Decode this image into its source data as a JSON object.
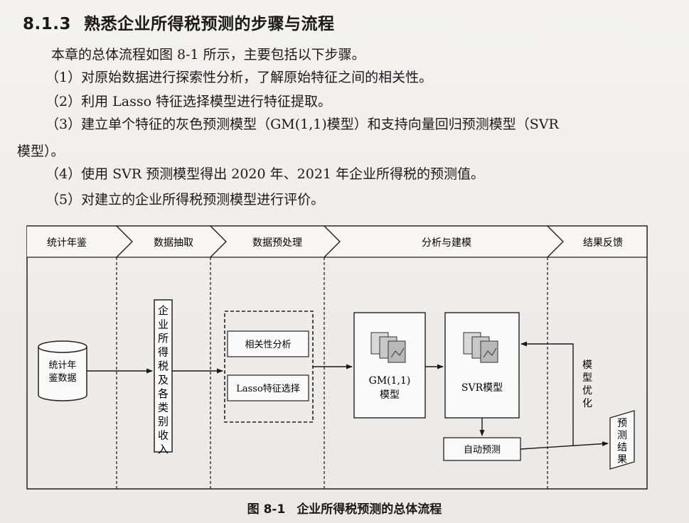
{
  "section": {
    "number": "8.1.3",
    "title": "熟悉企业所得税预测的步骤与流程"
  },
  "paragraphs": {
    "intro": "本章的总体流程如图 8-1 所示，主要包括以下步骤。",
    "step1": "（1）对原始数据进行探索性分析，了解原始特征之间的相关性。",
    "step2": "（2）利用 Lasso 特征选择模型进行特征提取。",
    "step3": "（3）建立单个特征的灰色预测模型（GM(1,1)模型）和支持向量回归预测模型（SVR",
    "step3_cont": "模型）。",
    "step4": "（4）使用 SVR 预测模型得出 2020 年、2021 年企业所得税的预测值。",
    "step5": "（5）对建立的企业所得税预测模型进行评价。"
  },
  "diagram": {
    "stages": [
      "统计年鉴",
      "数据抽取",
      "数据预处理",
      "分析与建模",
      "结果反馈"
    ],
    "database_label": [
      "统计年",
      "鉴数据"
    ],
    "extract_label": "企业所得税及各类别收入",
    "preprocess_items": [
      "相关性分析",
      "Lasso特征选择"
    ],
    "gm_model": [
      "GM(1,1)",
      "模型"
    ],
    "svr_model": "SVR模型",
    "auto_predict": "自动预测",
    "model_optimize": "模型优化",
    "predict_result": "预测结果"
  },
  "caption": {
    "figure_no": "图 8-1",
    "text": "企业所得税预测的总体流程"
  }
}
